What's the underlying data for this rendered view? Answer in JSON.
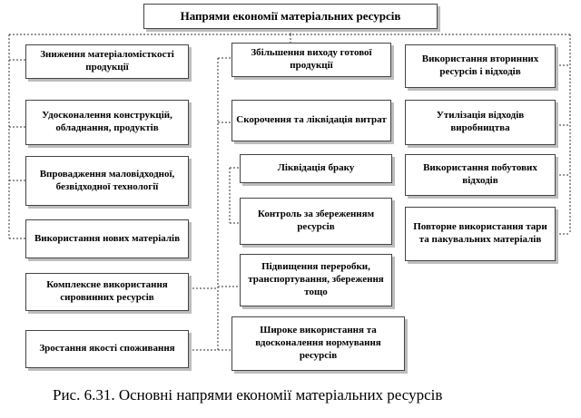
{
  "title": "Напрями економії матеріальних ресурсів",
  "columns": {
    "left": [
      "Зниження матеріаломісткості продукції",
      "Удосконалення конструкцій, обладнання, продуктів",
      "Впровадження маловідходної, безвідходної технології",
      "Використання нових матеріалів",
      "Комплексне використання сировинних ресурсів",
      "Зростання якості споживання"
    ],
    "center": [
      "Збільшення виходу готової продукції",
      "Скорочення та ліквідація витрат",
      "Ліквідація браку",
      "Контроль за збереженням ресурсів",
      "Підвищення переробки, транспортування, збереження тощо",
      "Широке використання та вдосконалення нормування ресурсів"
    ],
    "right": [
      "Використання вторинних ресурсів і відходів",
      "Утилізація відходів виробництва",
      "Використання побутових відходів",
      "Повторне використання тари та пакувальних матеріалів"
    ]
  },
  "caption": "Рис. 6.31. Основні напрями економії матеріальних ресурсів",
  "colors": {
    "border": "#444444",
    "shadow": "#bdbdbd",
    "line": "#333333"
  }
}
